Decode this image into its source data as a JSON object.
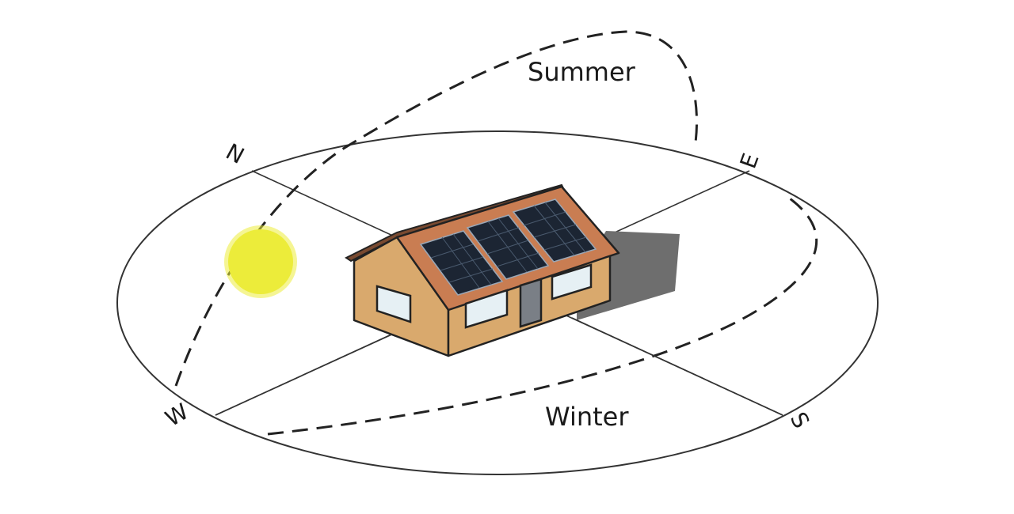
{
  "labels": {
    "summer": "Summer",
    "winter": "Winter",
    "north": "N",
    "east": "E",
    "south": "S",
    "west": "W"
  },
  "colors": {
    "sun": "#ecec3a",
    "wall": "#d9a96d",
    "roof_edge": "#c97d52",
    "panel": "#1c2533",
    "shadow": "#6e6e6e",
    "window_glass": "#e6f0f4",
    "line": "#333333"
  },
  "icons": {
    "sun": "sun-icon",
    "house": "house-icon",
    "solar_panel": "solar-panel-icon"
  }
}
